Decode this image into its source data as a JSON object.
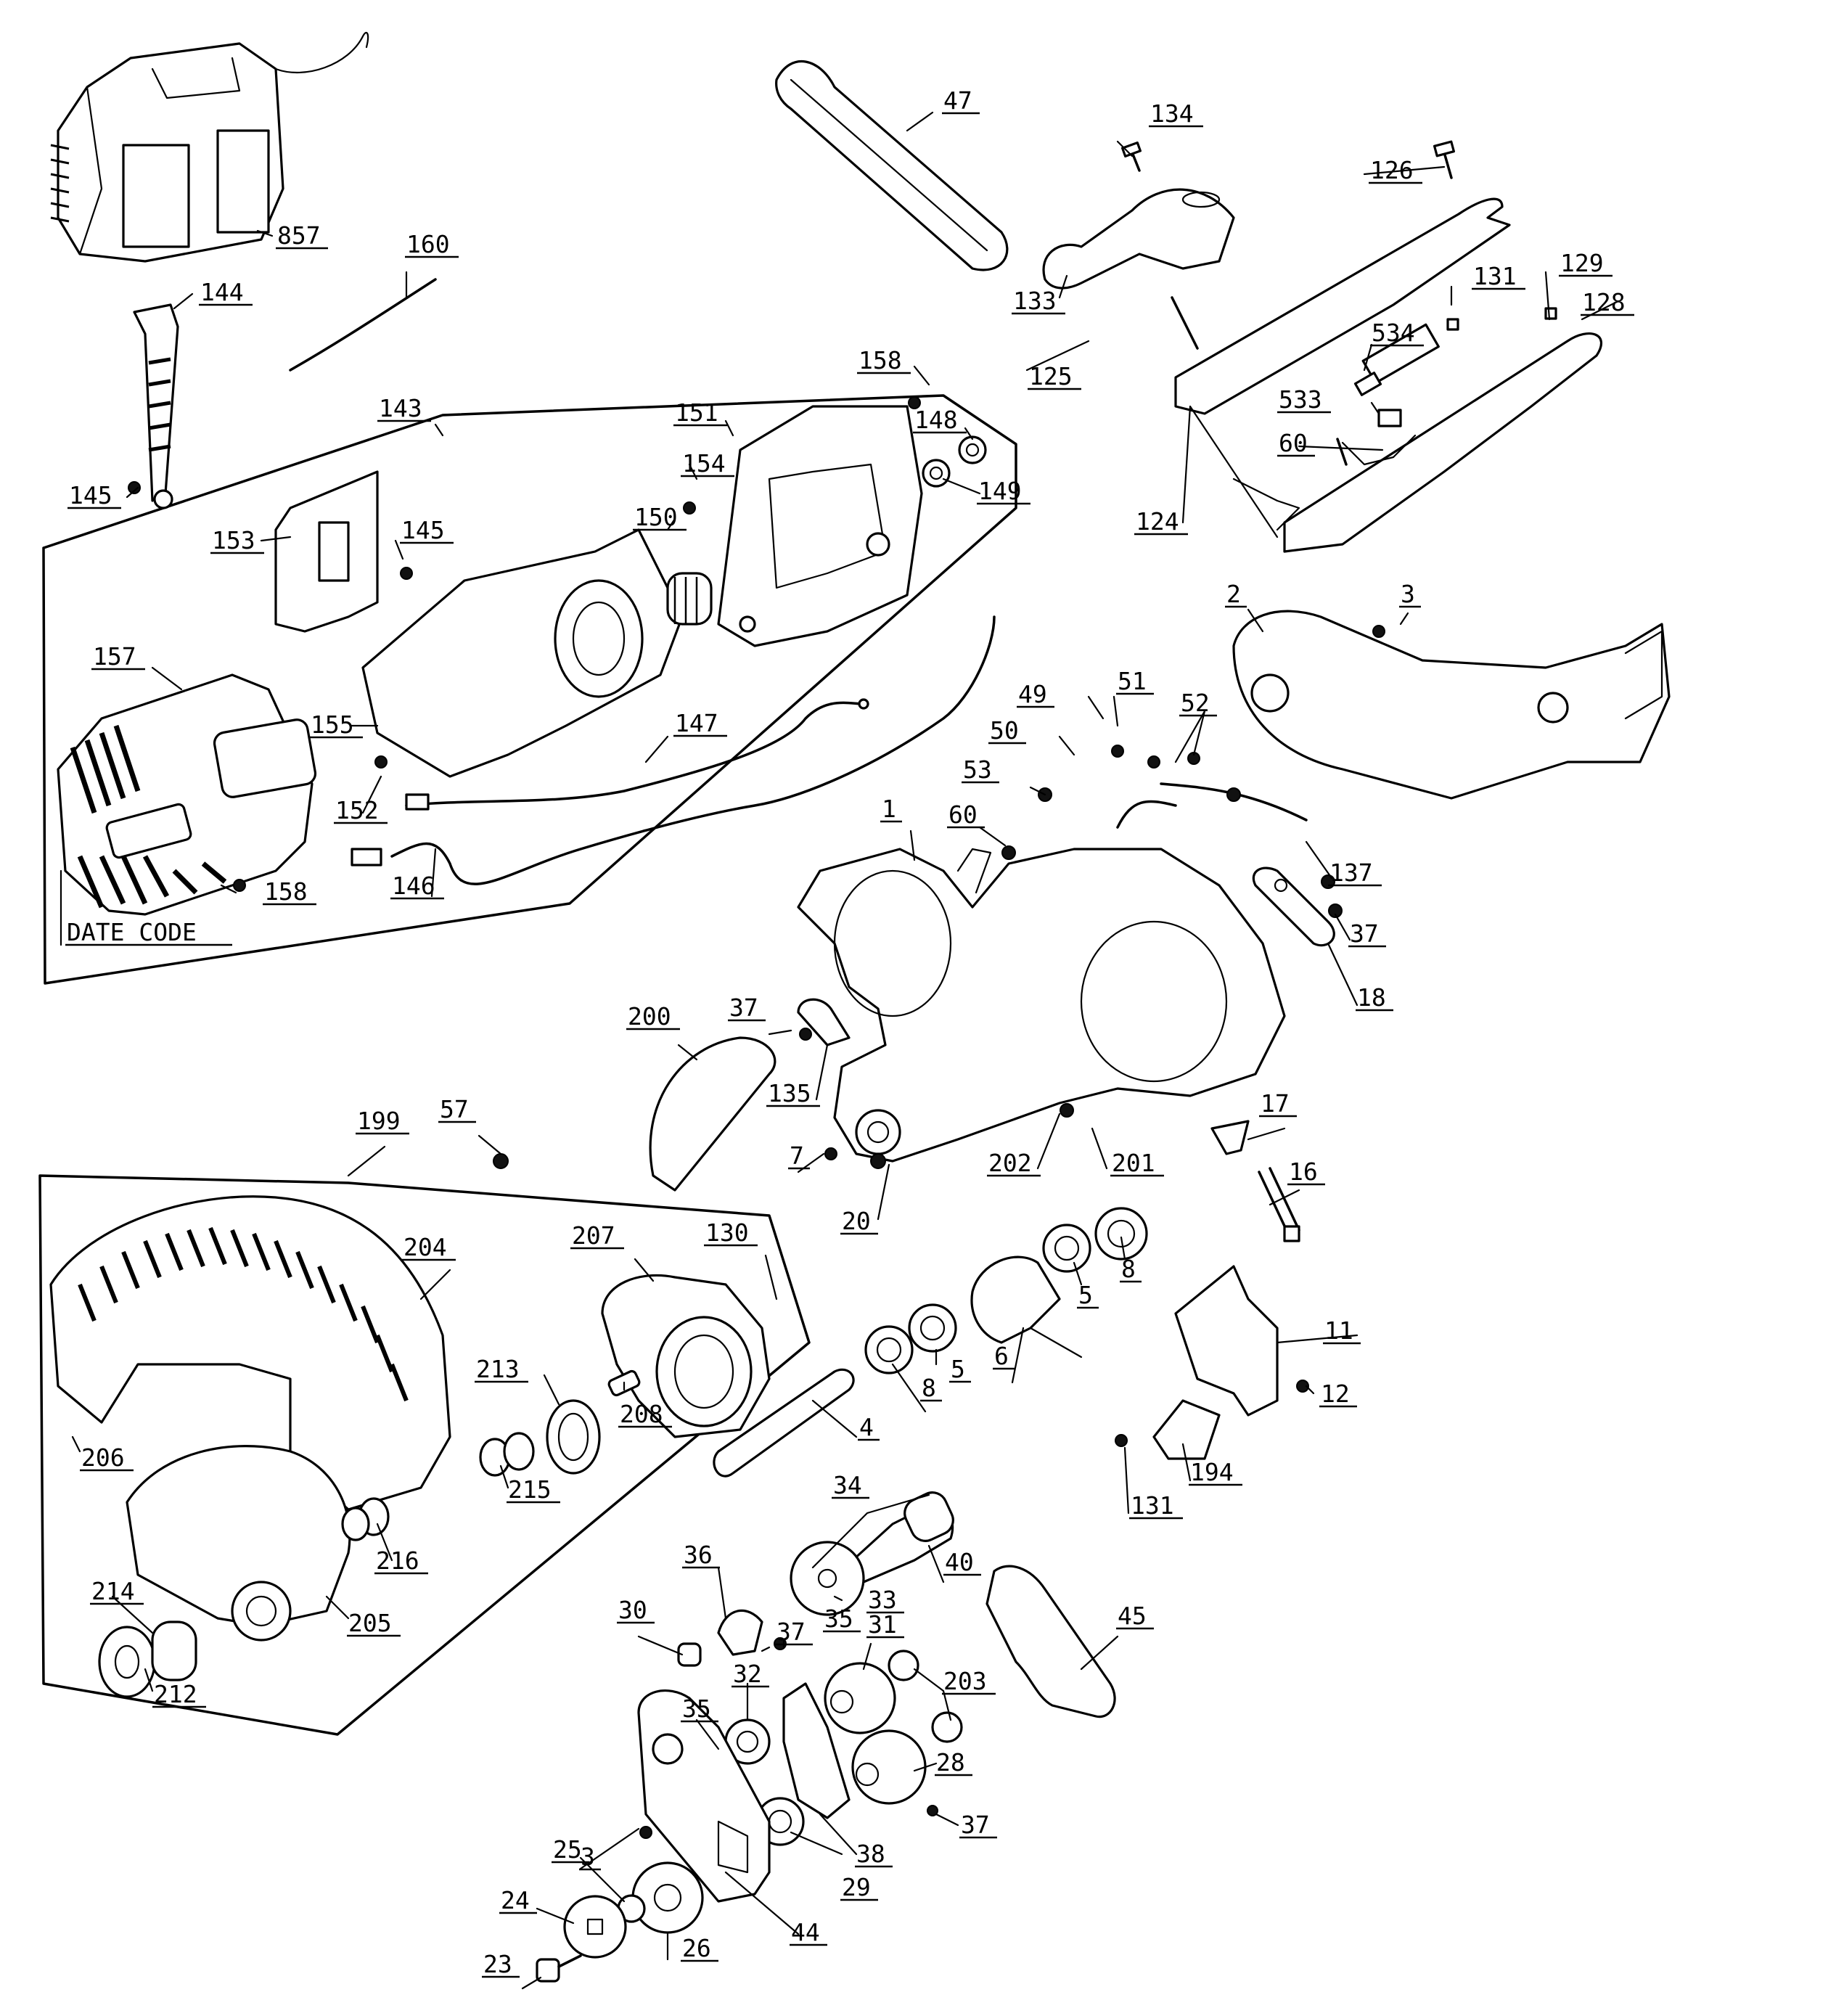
{
  "diagram": {
    "date_code_label": "DATE CODE",
    "part_labels": [
      "857",
      "47",
      "134",
      "126",
      "144",
      "160",
      "133",
      "131",
      "129",
      "128",
      "534",
      "125",
      "143",
      "158",
      "533",
      "151",
      "148",
      "60",
      "154",
      "149",
      "124",
      "153",
      "145",
      "150",
      "145",
      "2",
      "3",
      "157",
      "155",
      "147",
      "49",
      "51",
      "52",
      "50",
      "152",
      "53",
      "60",
      "1",
      "137",
      "158",
      "146",
      "37",
      "18",
      "200",
      "37",
      "135",
      "17",
      "199",
      "57",
      "7",
      "202",
      "201",
      "16",
      "20",
      "204",
      "207",
      "130",
      "8",
      "5",
      "213",
      "208",
      "8",
      "5",
      "6",
      "11",
      "4",
      "12",
      "206",
      "215",
      "194",
      "131",
      "34",
      "216",
      "40",
      "36",
      "33",
      "214",
      "35",
      "37",
      "45",
      "205",
      "30",
      "31",
      "203",
      "212",
      "32",
      "35",
      "28",
      "3",
      "37",
      "25",
      "38",
      "24",
      "29",
      "23",
      "26",
      "44"
    ]
  }
}
